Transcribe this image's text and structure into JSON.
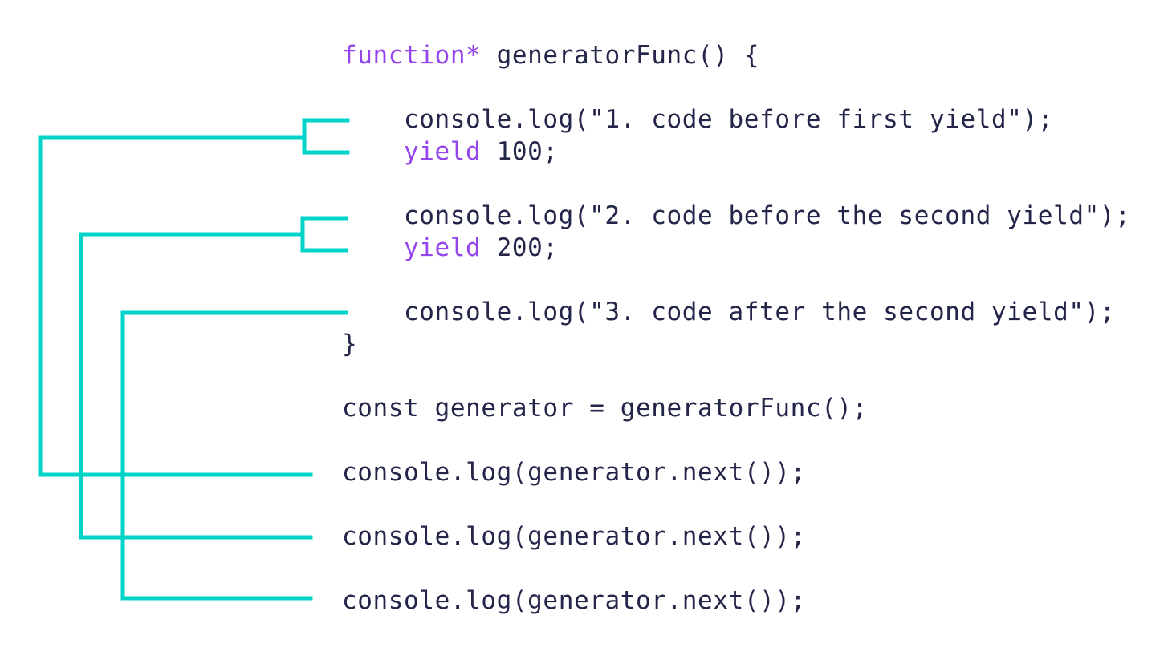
{
  "colors": {
    "background": "#ffffff",
    "text": "#232549",
    "keyword": "#9445ec",
    "connector": "#00d4c8"
  },
  "code": {
    "lines": [
      {
        "tokens": [
          {
            "text": "function*",
            "kind": "keyword"
          },
          {
            "text": " generatorFunc() {",
            "kind": "plain"
          }
        ]
      },
      {
        "tokens": [
          {
            "text": "console.log(\"1. code before first yield\");",
            "kind": "plain"
          }
        ]
      },
      {
        "tokens": [
          {
            "text": "yield",
            "kind": "keyword"
          },
          {
            "text": " 100;",
            "kind": "plain"
          }
        ]
      },
      {
        "tokens": [
          {
            "text": "console.log(\"2. code before the second yield\");",
            "kind": "plain"
          }
        ]
      },
      {
        "tokens": [
          {
            "text": "yield",
            "kind": "keyword"
          },
          {
            "text": " 200;",
            "kind": "plain"
          }
        ]
      },
      {
        "tokens": [
          {
            "text": "console.log(\"3. code after the second yield\");",
            "kind": "plain"
          }
        ]
      },
      {
        "tokens": [
          {
            "text": "}",
            "kind": "plain"
          }
        ]
      },
      {
        "tokens": [
          {
            "text": "const generator = generatorFunc();",
            "kind": "plain"
          }
        ]
      },
      {
        "tokens": [
          {
            "text": "console.log(generator.next());",
            "kind": "plain"
          }
        ]
      },
      {
        "tokens": [
          {
            "text": "console.log(generator.next());",
            "kind": "plain"
          }
        ]
      },
      {
        "tokens": [
          {
            "text": "console.log(generator.next());",
            "kind": "plain"
          }
        ]
      }
    ]
  }
}
